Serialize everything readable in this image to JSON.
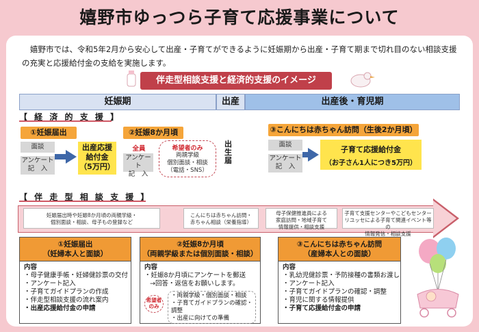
{
  "title": "嬉野市ゆっつら子育て応援事業について",
  "intro": "嬉野市では、令和5年2月から安心して出産・子育てができるように妊娠期から出産・子育て期まで切れ目のない相談支援の充実と応援給付金の支給を実施します。",
  "banner": "伴走型相談支援と経済的支援のイメージ",
  "phases": [
    "妊娠期",
    "出産",
    "出産後・育児期"
  ],
  "economic": {
    "heading": "【 経 済 的 支 援 】",
    "step1": {
      "label": "①妊娠届出",
      "interview": "面談",
      "survey": "アンケート\n記　入",
      "benefit": "出産応援\n給付金\n（5万円）"
    },
    "step2": {
      "label": "②妊娠8か月頃",
      "all": "全員",
      "survey": "アンケート\n記　入",
      "hope_only": "希望者のみ",
      "hope_body": "両親学級\n個別面談・相談\n（電話・SNS）"
    },
    "birth_vertical": "出生届",
    "step3": {
      "label": "③こんにちは赤ちゃん訪問（生後2か月頃）",
      "interview": "面談",
      "survey": "アンケート\n記　入",
      "benefit_line1": "子育て応援給付金",
      "benefit_line2": "（お子さん1人につき5万円）"
    }
  },
  "companion": {
    "heading": "【 伴 走 型 相 談 支 援 】",
    "arrow_items": [
      "妊娠届出時や妊娠8か月頃の両親学級・\n個別面談・相談、母子もの登録など",
      "こんにちは赤ちゃん訪問・\n赤ちゃん相談（栄養指導）",
      "母子保健推進員による\n家庭訪問・地域子育て\n情報提供・相談支援",
      "子育て支援センターやこどもセンター\nリユッセによる子育て関連イベント等の\n情報発信・相談支援"
    ]
  },
  "cards": [
    {
      "title_line1": "①妊娠届出",
      "title_line2": "（妊婦本人と面談）",
      "content_label": "内容",
      "items": [
        "・母子健康手帳・妊婦健診票の交付",
        "・アンケート記入",
        "・子育てガイドプランの作成",
        "・伴走型相談支援の流れ案内"
      ],
      "bold_item": "・出産応援給付金の申請"
    },
    {
      "title_line1": "②妊娠8か月頃",
      "title_line2": "（両親学級または個別面談・相談）",
      "content_label": "内容",
      "items": [
        "・妊娠8か月頃にアンケートを郵送",
        "→回答・返信をお願いします。"
      ],
      "hope_label": "希望者のみ",
      "hope_items": [
        "・両親学級・個別面談・相談",
        "・子育てガイドプランの確認・調整",
        "・出産に向けての準備"
      ]
    },
    {
      "title_line1": "③こんにちは赤ちゃん訪問",
      "title_line2": "（産婦本人との面談）",
      "content_label": "内容",
      "items": [
        "・乳幼児健診票・予防接種の書類お渡し",
        "・アンケート記入",
        "・子育てガイドプランの確認・調整",
        "・育児に関する情報提供"
      ],
      "bold_item": "・子育て応援給付金の申請"
    }
  ],
  "colors": {
    "background": "#f6c9cf",
    "banner": "#c0404a",
    "orange": "#f5a53a",
    "yellow": "#ffe44d",
    "blue_arrow": "#3e67a8",
    "phase_dark": "#9fc0e8",
    "phase_light": "#d9e2f2"
  }
}
